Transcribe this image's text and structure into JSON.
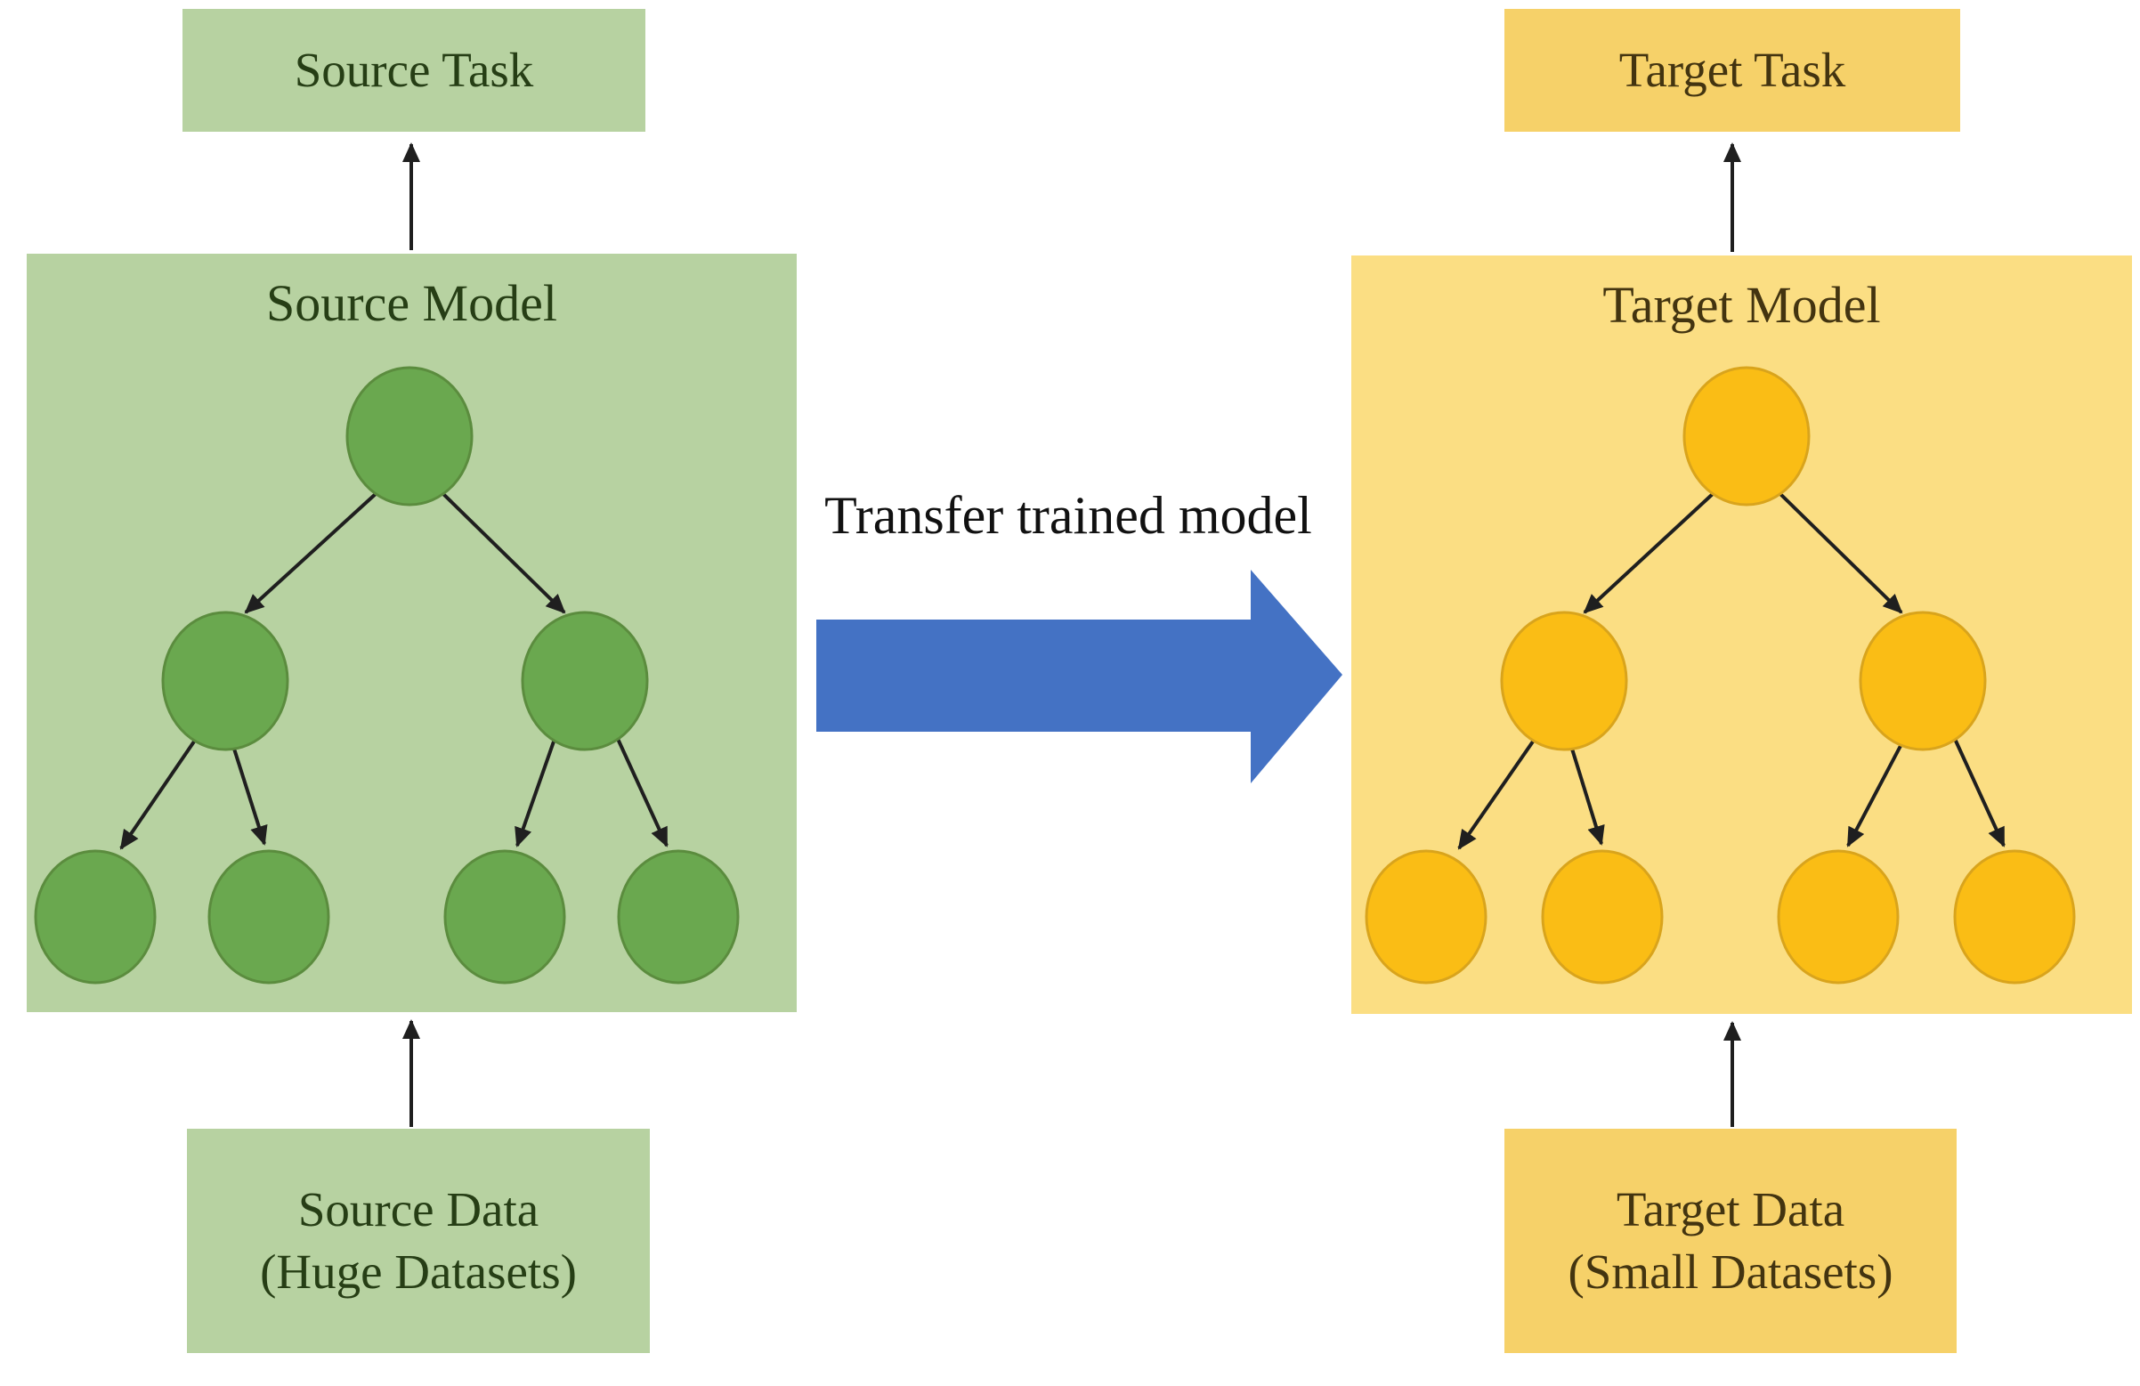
{
  "diagram": {
    "source": {
      "task_label": "Source Task",
      "model_label": "Source Model",
      "data_label": "Source Data",
      "data_sublabel": "(Huge Datasets)"
    },
    "target": {
      "task_label": "Target Task",
      "model_label": "Target Model",
      "data_label": "Target Data",
      "data_sublabel": "(Small Datasets)"
    },
    "transfer": {
      "label": "Transfer trained model"
    }
  },
  "colors": {
    "source_panel": "#b7d2a1",
    "source_box": "#b7d2a1",
    "source_node": "#6aa84f",
    "source_node_border": "#5b8c3e",
    "source_text": "#263e15",
    "target_panel": "#fbde83",
    "target_box": "#f6d169",
    "target_node": "#fabd15",
    "target_node_border": "#d9a41c",
    "target_text": "#433410",
    "transfer_arrow": "#4472c4",
    "connector": "#1f1f1f",
    "label_text": "#111111"
  }
}
